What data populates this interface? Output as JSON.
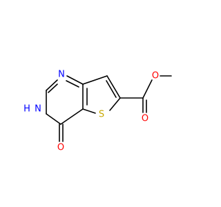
{
  "molecule": {
    "atoms": {
      "N1": {
        "symbol": "N",
        "color": "#0000ff"
      },
      "N3": {
        "symbol": "N",
        "color": "#0000ff"
      },
      "H3": {
        "symbol": "H",
        "color": "#0000ff"
      },
      "S": {
        "symbol": "S",
        "color": "#c8a800"
      },
      "O4": {
        "symbol": "O",
        "color": "#ff0000"
      },
      "O_carbonyl": {
        "symbol": "O",
        "color": "#ff0000"
      },
      "O_ester": {
        "symbol": "O",
        "color": "#ff0000"
      }
    },
    "bond_color": "#000000"
  }
}
